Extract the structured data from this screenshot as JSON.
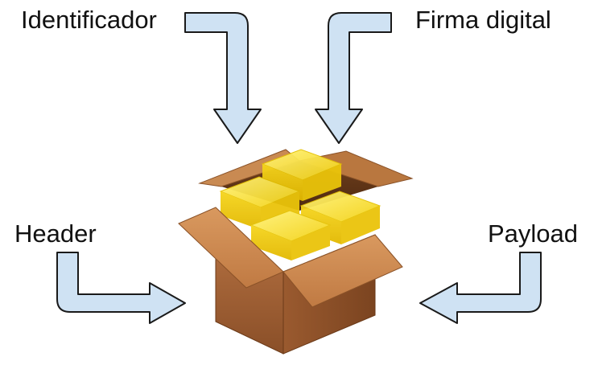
{
  "labels": {
    "identificador": "Identificador",
    "firma_digital": "Firma digital",
    "header": "Header",
    "payload": "Payload"
  },
  "colors": {
    "arrow_fill": "#cfe2f3",
    "arrow_stroke": "#1a1a1a",
    "box_brown": "#b06a3b",
    "box_dark": "#7a4520",
    "cube_yellow": "#f5d20a"
  },
  "icons": {
    "package": "package-box-icon"
  }
}
